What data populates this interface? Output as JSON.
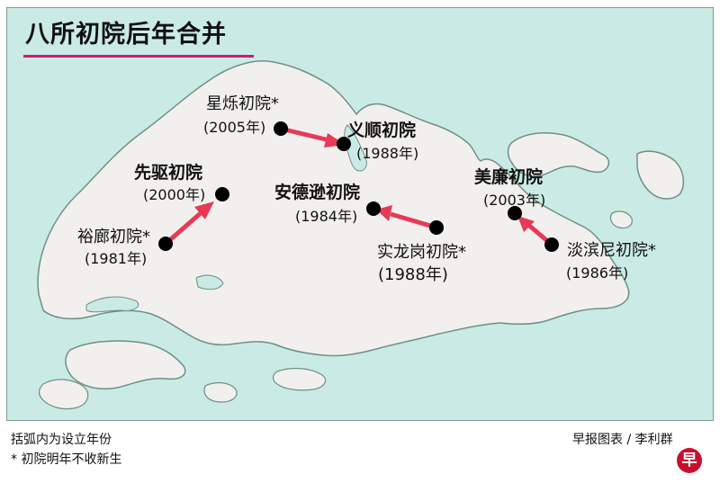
{
  "title": "八所初院后年合并",
  "colors": {
    "sea": "#c9ebe3",
    "land": "#f2f0ee",
    "coast": "#6f8f89",
    "arrow": "#e63a56",
    "accent": "#d01c6b",
    "dot": "#000000"
  },
  "schools": {
    "xingshuo": {
      "name": "星烁初院*",
      "year": "(2005年)"
    },
    "yishun": {
      "name": "义顺初院",
      "year": "(1988年)"
    },
    "xianqu": {
      "name": "先驱初院",
      "year": "(2000年)"
    },
    "yulang": {
      "name": "裕廊初院*",
      "year": "(1981年)"
    },
    "andexun": {
      "name": "安德逊初院",
      "year": "(1984年)"
    },
    "shilonggang": {
      "name": "实龙岗初院*",
      "year": "(1988年)"
    },
    "meilian": {
      "name": "美廉初院",
      "year": "(2003年)"
    },
    "danbinni": {
      "name": "淡滨尼初院*",
      "year": "(1986年)"
    }
  },
  "footer": {
    "note1": "括弧内为设立年份",
    "note2": "* 初院明年不收新生",
    "credit": "早报图表 / 李利群",
    "logo": "早"
  }
}
